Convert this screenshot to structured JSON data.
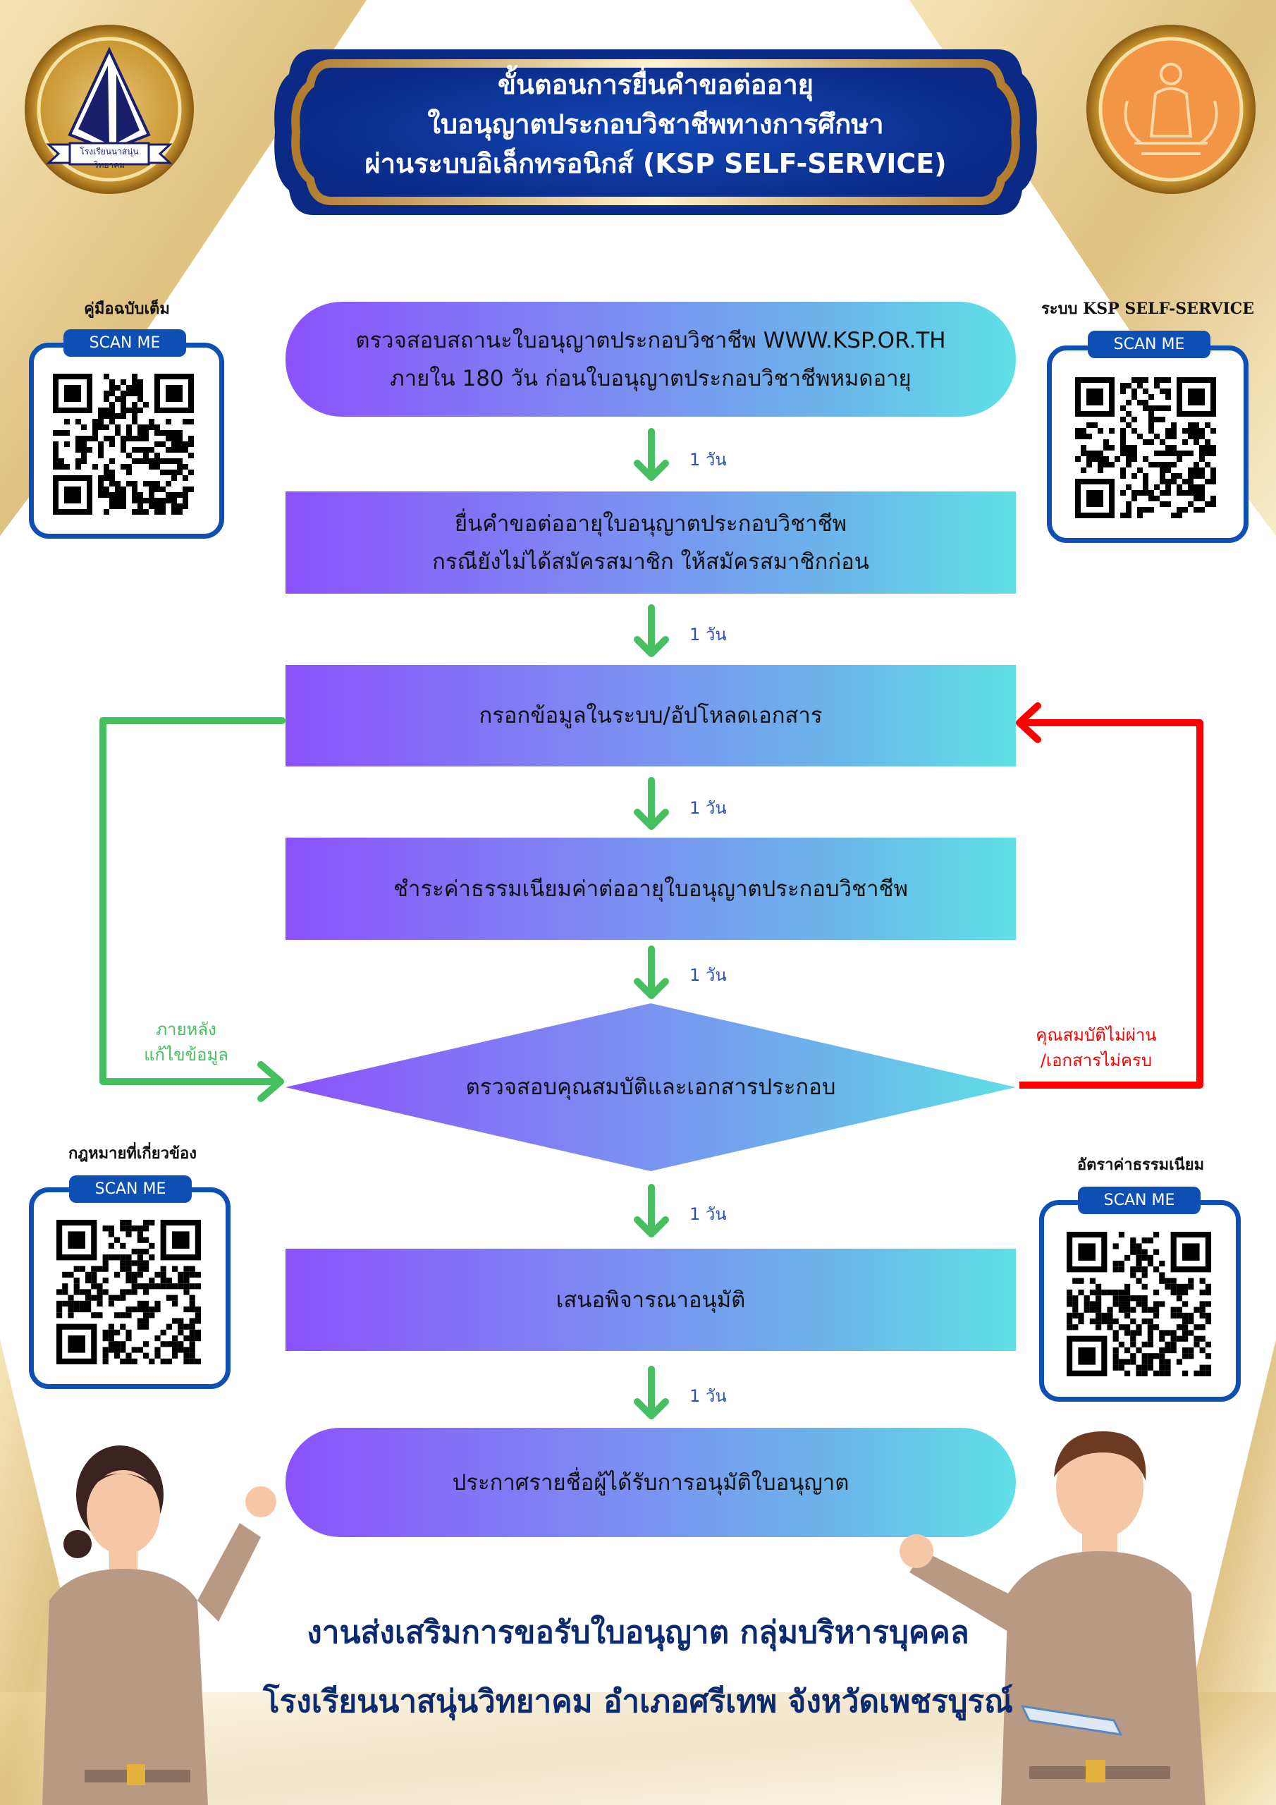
{
  "title": {
    "lines": [
      "ขั้นตอนการยื่นคำขอต่ออายุ",
      "ใบอนุญาตประกอบวิชาชีพทางการศึกษา",
      "ผ่านระบบอิเล็กทรอนิกส์ (KSP SELF-SERVICE)"
    ]
  },
  "logos": {
    "school_logo_text": "โรงเรียนนาสนุ่นวิทยาคม",
    "right_seal": "teachers-council-seal"
  },
  "qr_codes": [
    {
      "title": "คู่มือฉบับเต็ม",
      "tab": "SCAN ME"
    },
    {
      "title": "ระบบ KSP  SELF-SERVICE",
      "tab": "SCAN ME"
    },
    {
      "title": "กฎหมายที่เกี่ยวข้อง",
      "tab": "SCAN ME"
    },
    {
      "title": "อัตราค่าธรรมเนียม",
      "tab": "SCAN ME"
    }
  ],
  "steps": [
    {
      "lines": [
        "ตรวจสอบสถานะใบอนุญาตประกอบวิชาชีพ  WWW.KSP.OR.TH",
        "ภายใน 180 วัน ก่อนใบอนุญาตประกอบวิชาชีพหมดอายุ"
      ]
    },
    {
      "lines": [
        "ยื่นคำขอต่ออายุใบอนุญาตประกอบวิชาชีพ",
        "กรณียังไม่ได้สมัครสมาชิก ให้สมัครสมาชิกก่อน"
      ]
    },
    {
      "lines": [
        "กรอกข้อมูลในระบบ/อัปโหลดเอกสาร"
      ]
    },
    {
      "lines": [
        "ชำระค่าธรรมเนียมค่าต่ออายุใบอนุญาตประกอบวิชาชีพ"
      ]
    },
    {
      "lines": [
        "ตรวจสอบคุณสมบัติและเอกสารประกอบ"
      ]
    },
    {
      "lines": [
        "เสนอพิจารณาอนุมัติ"
      ]
    },
    {
      "lines": [
        "ประกาศรายชื่อผู้ได้รับการอนุมัติใบอนุญาต"
      ]
    }
  ],
  "durations": [
    "1  วัน",
    "1  วัน",
    "1  วัน",
    "1  วัน",
    "1  วัน",
    "1  วัน"
  ],
  "loops": {
    "success": {
      "lines": [
        "ภายหลัง",
        "แก้ไขข้อมูล"
      ],
      "color": "#45bf5f"
    },
    "fail": {
      "lines": [
        "คุณสมบัติไม่ผ่าน",
        "/เอกสารไม่ครบ"
      ],
      "color": "#ff0000"
    }
  },
  "footer": {
    "lines": [
      "งานส่งเสริมการขอรับใบอนุญาต กลุ่มบริหารบุคคล",
      "โรงเรียนนาสนุ่นวิทยาคม อำเภอศรีเทพ จังหวัดเพชรบูรณ์"
    ]
  },
  "colors": {
    "banner_blue": "#0a3a9c",
    "gold": "#d9a944",
    "gradient_start": "#8a52fc",
    "gradient_end": "#5fe0e6",
    "arrow_green": "#45bf5f",
    "loop_red": "#ff0000",
    "qr_blue": "#0d4fb3",
    "footer_navy": "#0b2a6f"
  }
}
